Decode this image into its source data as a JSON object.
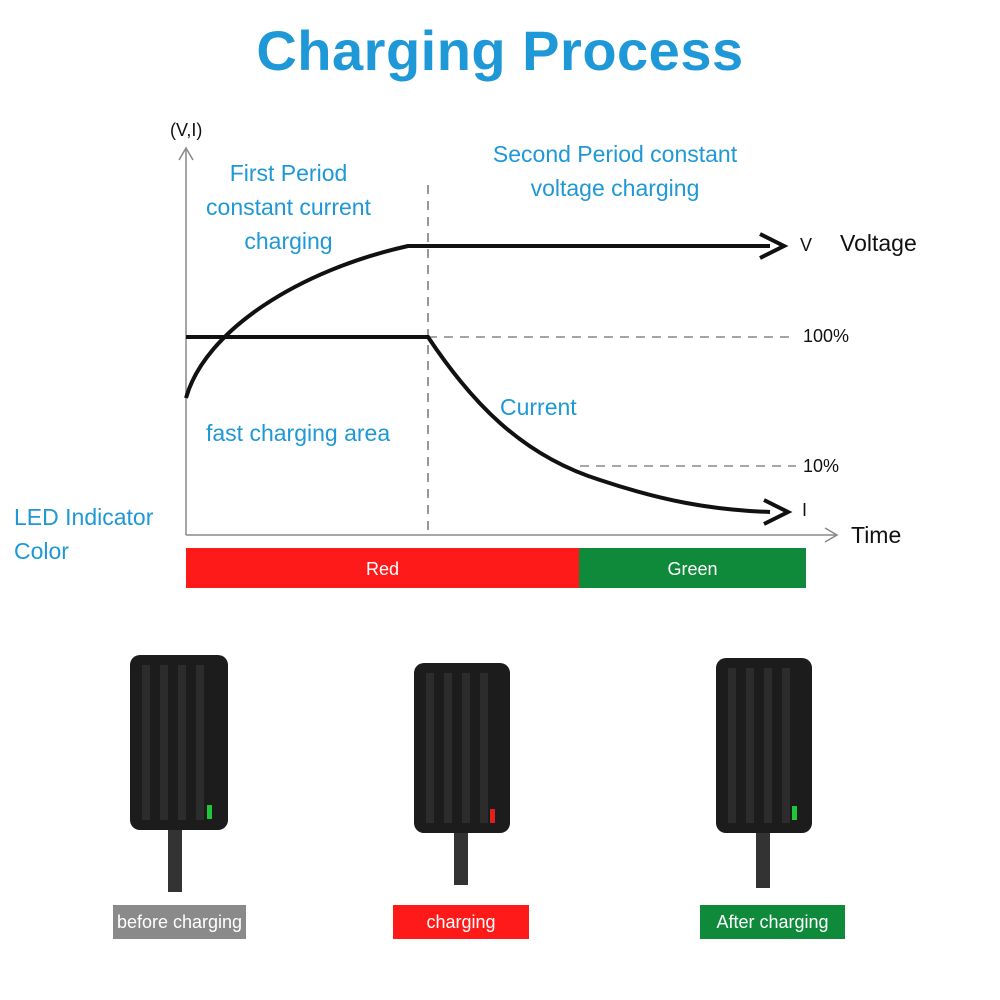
{
  "title": "Charging Process",
  "axis": {
    "y_label": "(V,I)",
    "x_label": "Time"
  },
  "periods": {
    "first": "First Period constant current charging",
    "second": "Second Period constant voltage charging"
  },
  "curves": {
    "voltage_symbol": "V",
    "voltage_label": "Voltage",
    "current_label": "Current",
    "current_symbol": "I"
  },
  "levels": {
    "full": "100%",
    "low": "10%"
  },
  "area_label": "fast charging area",
  "led": {
    "title": "LED Indicator Color",
    "bar_red": "Red",
    "bar_green": "Green",
    "red_color": "#ff1a1a",
    "green_color": "#0f8a3a"
  },
  "states": [
    {
      "label": "before charging",
      "color": "#8a8a8a",
      "led": "green"
    },
    {
      "label": "charging",
      "color": "#ff1a1a",
      "led": "red"
    },
    {
      "label": "After charging",
      "color": "#0f8a3a",
      "led": "green"
    }
  ]
}
